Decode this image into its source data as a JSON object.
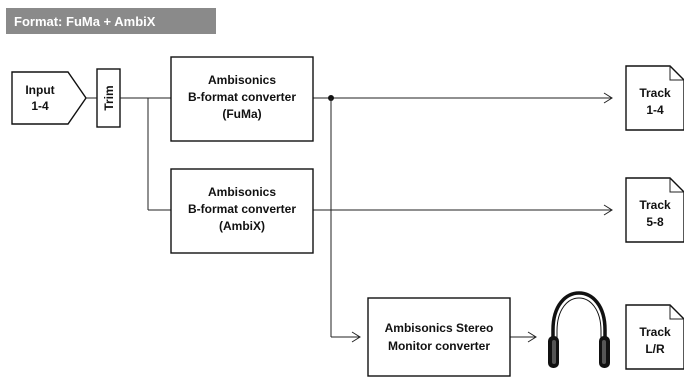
{
  "header": {
    "format_label": "Format: FuMa + AmbiX"
  },
  "colors": {
    "header_bg": "#8a8a8a",
    "stroke": "#111111",
    "background": "#ffffff"
  },
  "input": {
    "line1": "Input",
    "line2": "1-4"
  },
  "trim": {
    "label": "Trim"
  },
  "converters": {
    "fuma": {
      "line1": "Ambisonics",
      "line2": "B-format converter",
      "line3": "(FuMa)"
    },
    "ambix": {
      "line1": "Ambisonics",
      "line2": "B-format converter",
      "line3": "(AmbiX)"
    },
    "monitor": {
      "line1": "Ambisonics Stereo",
      "line2": "Monitor converter"
    }
  },
  "tracks": [
    {
      "line1": "Track",
      "line2": "1-4"
    },
    {
      "line1": "Track",
      "line2": "5-8"
    },
    {
      "line1": "Track",
      "line2": "L/R"
    }
  ],
  "icons": {
    "headphones": "headphones-icon"
  }
}
